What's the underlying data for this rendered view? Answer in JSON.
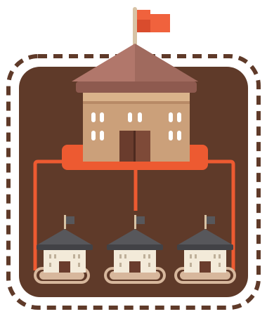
{
  "illustration": {
    "icon": "headquarters-branches-icon",
    "colors": {
      "background": "#ffffff",
      "panel": "#5f3a29",
      "dashed_border": "#5f3a29",
      "connector": "#ed5a31",
      "flag": "#f0623d",
      "flagpole": "#d8c3a5",
      "main_roof": "#b1776b",
      "main_roof_shadow": "#8e5a4f",
      "main_wall": "#cba07a",
      "main_wall_top": "#dab38b",
      "main_window": "#ffffff",
      "main_door": "#6a3c2d",
      "branch_roof": "#57575b",
      "branch_wall": "#f3ead9",
      "branch_door": "#6a3c2d",
      "branch_base": "#d7b79c"
    },
    "branches": [
      {
        "name": "left-branch"
      },
      {
        "name": "center-branch"
      },
      {
        "name": "right-branch"
      }
    ]
  }
}
